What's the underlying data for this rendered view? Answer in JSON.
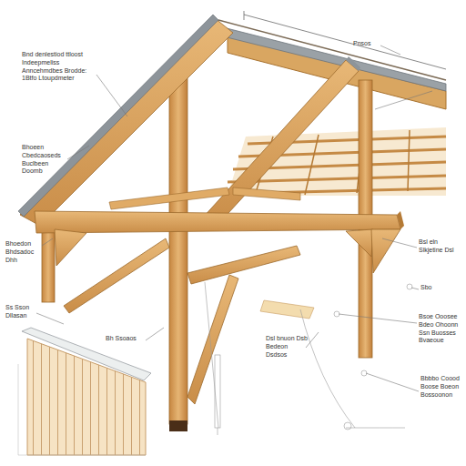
{
  "diagram": {
    "labels": [
      "Bnd denlestiod ttloost Indeepmeliss Anncehmdbes Brodde: 1Btfo Ltoupdmeter",
      "Pnsos",
      "Bhoeen Cbedcaoseds Buclbeen Doomb",
      "Bhoedon Bhdsadoc Dhh",
      "Ss Sson Dllasan",
      "Bh Ssoaos",
      "Dsl bnuon Dsb Bedeon Dsdsos",
      "Bsl eln Slkjetine Dsl",
      "Sbo",
      "Bsoe Ooosee Bdeo Ohoonn Ssn Buosses Bvaeoue",
      "Bbbbo Coood Boose Boeon Bossoonon"
    ]
  }
}
